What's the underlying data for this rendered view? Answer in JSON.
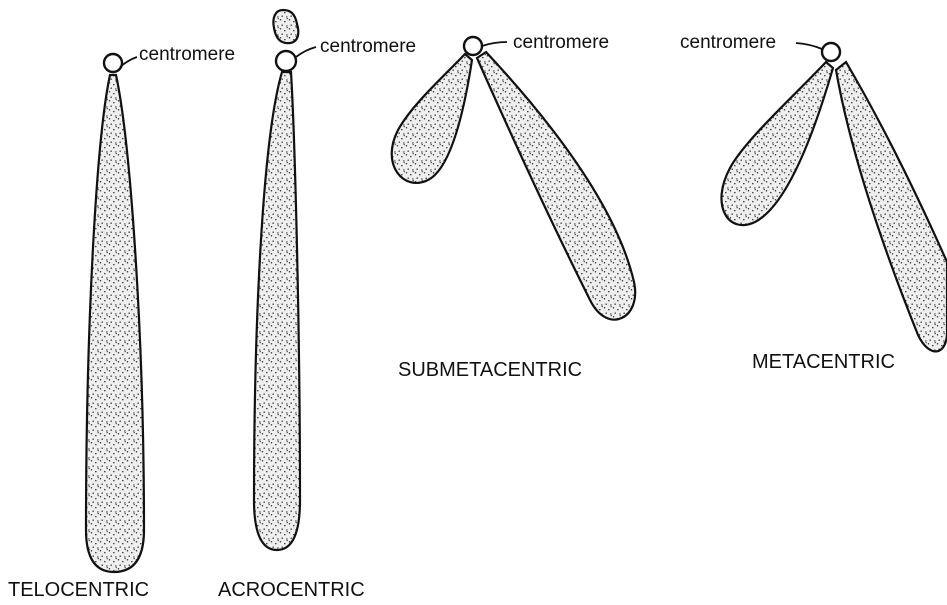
{
  "labels": {
    "centromere": "centromere",
    "telocentric": "TELOCENTRIC",
    "acrocentric": "ACROCENTRIC",
    "submetacentric": "SUBMETACENTRIC",
    "metacentric": "METACENTRIC"
  },
  "colors": {
    "outline": "#111111",
    "stipple": "#333333",
    "background": "#ffffff"
  }
}
